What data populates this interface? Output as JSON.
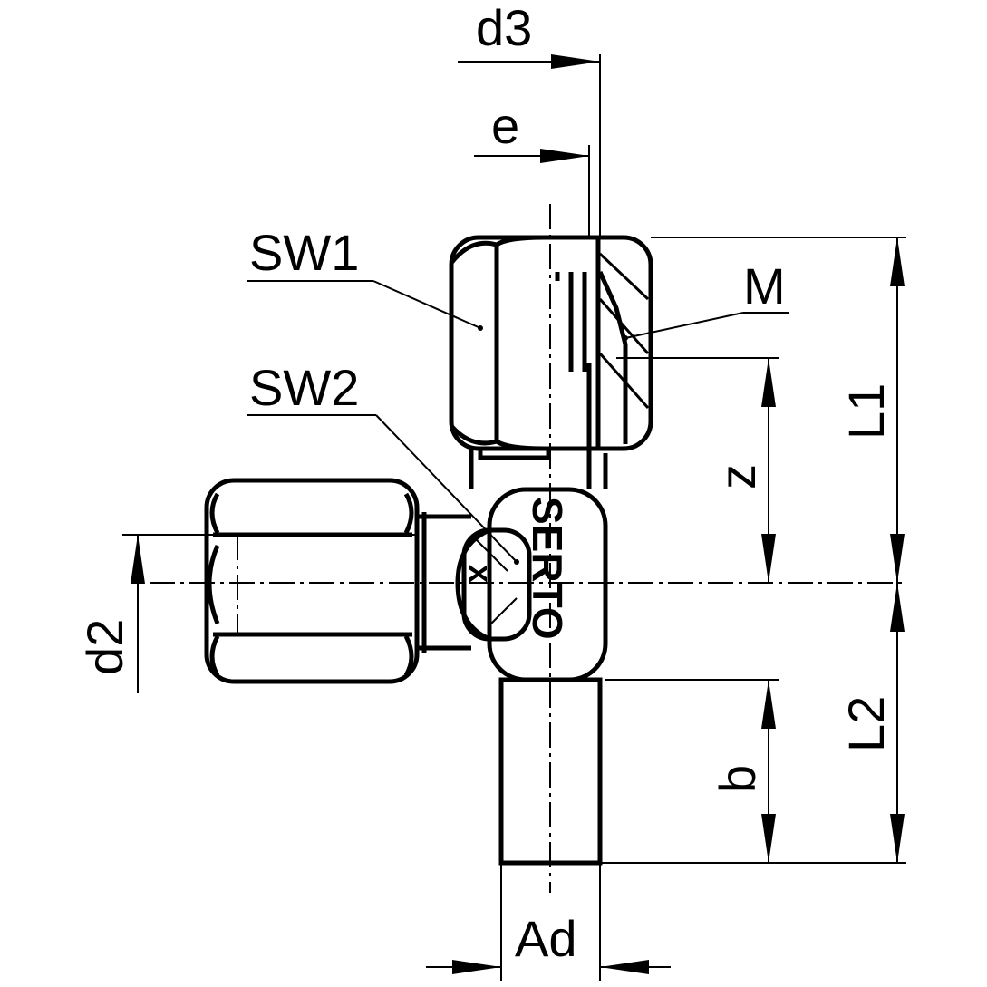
{
  "drawing": {
    "labels": {
      "d3": "d3",
      "e": "e",
      "sw1": "SW1",
      "m": "M",
      "sw2": "SW2",
      "z": "z",
      "l1": "L1",
      "d2": "d2",
      "x": "x",
      "l2": "L2",
      "b": "b",
      "ad": "Ad"
    },
    "brand_mark": "SERTO"
  }
}
